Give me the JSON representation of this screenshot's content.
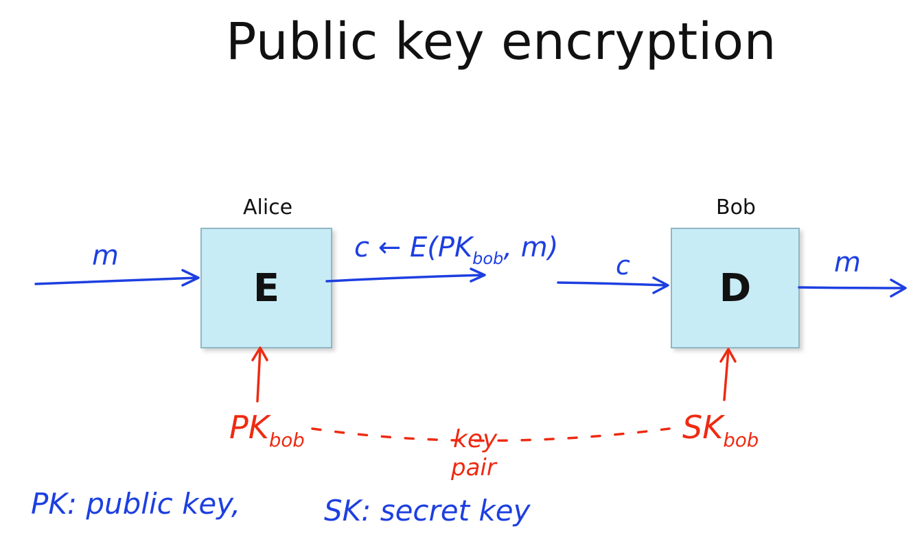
{
  "title": "Public key encryption",
  "parties": {
    "alice": {
      "name": "Alice",
      "box_label": "E"
    },
    "bob": {
      "name": "Bob",
      "box_label": "D"
    }
  },
  "handwriting": {
    "input_m": "m",
    "ciphertext_main": "c ← E(PK",
    "ciphertext_sub": "bob",
    "ciphertext_end": ", m)",
    "c_label": "c",
    "output_m": "m",
    "pk_main": "PK",
    "pk_sub": "bob",
    "sk_main": "SK",
    "sk_sub": "bob",
    "key_pair_line1": "key",
    "key_pair_line2": "pair",
    "legend_pk": "PK: public key,",
    "legend_sk": "SK: secret key"
  },
  "colors": {
    "ink_blue": "#1d3fe0",
    "ink_red": "#ee2a12",
    "box_fill": "#c7ecf5"
  }
}
